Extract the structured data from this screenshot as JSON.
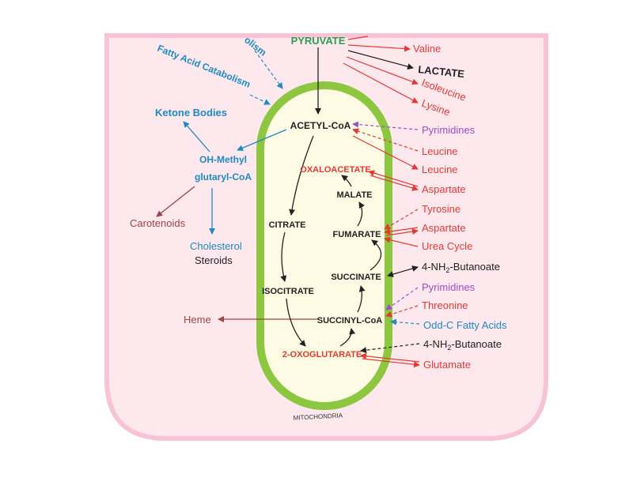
{
  "colors": {
    "cell_fill": "#fde8ee",
    "cell_border": "#f6c4d4",
    "mito_border": "#8dc63f",
    "mito_fill": "#fdfbe3",
    "red": "#e53935",
    "blue": "#1e8bc3",
    "purple": "#9c4dcc",
    "dark": "#222222",
    "brown": "#a04545",
    "green": "#2e9e4d"
  },
  "labels": {
    "pyruvate": "PYRUVATE",
    "catabolism_cut": "olism",
    "fatty_acid_catabolism": "Fatty Acid Catabolism",
    "ketone_bodies": "Ketone Bodies",
    "oh_methyl": "OH-Methyl",
    "glutaryl_coa": "glutaryl-CoA",
    "carotenoids": "Carotenoids",
    "cholesterol": "Cholesterol",
    "steroids": "Steroids",
    "heme": "Heme",
    "mitochondria": "MITOCHONDRIA"
  },
  "cycle": {
    "acetyl_coa": "ACETYL-CoA",
    "oxaloacetate": "OXALOACETATE",
    "malate": "MALATE",
    "citrate": "CITRATE",
    "fumarate": "FUMARATE",
    "succinate": "SUCCINATE",
    "isocitrate": "ISOCITRATE",
    "succinyl_coa": "SUCCINYL-CoA",
    "oxoglutarate": "2-OXOGLUTARATE"
  },
  "right": {
    "valine": "Valine",
    "lactate": "LACTATE",
    "isoleucine": "Isoleucine",
    "lysine": "Lysine",
    "pyrimidines_1": "Pyrimidines",
    "leucine_1": "Leucine",
    "leucine_2": "Leucine",
    "aspartate_1": "Aspartate",
    "tyrosine": "Tyrosine",
    "aspartate_2": "Aspartate",
    "urea_cycle": "Urea Cycle",
    "nh2_butanoate_1_pre": "4-NH",
    "nh2_butanoate_1_sub": "2",
    "nh2_butanoate_1_post": "-Butanoate",
    "pyrimidines_2": "Pyrimidines",
    "threonine": "Threonine",
    "odd_c_fatty_acids": "Odd-C Fatty Acids",
    "nh2_butanoate_2_pre": "4-NH",
    "nh2_butanoate_2_sub": "2",
    "nh2_butanoate_2_post": "-Butanoate",
    "glutamate": "Glutamate"
  }
}
